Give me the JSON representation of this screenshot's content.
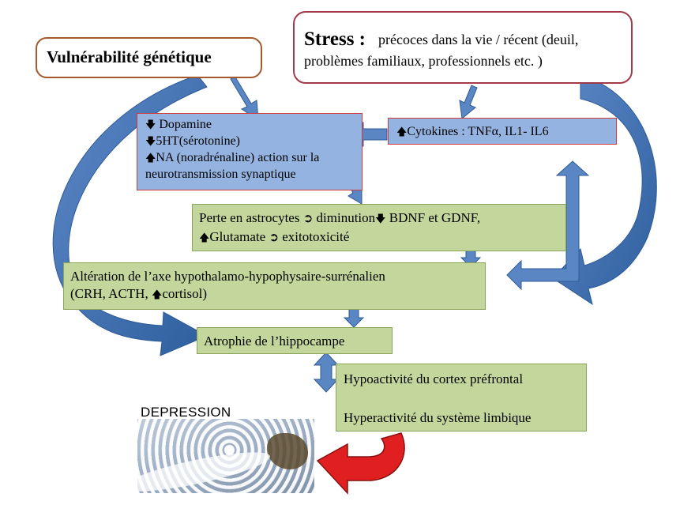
{
  "genetic": {
    "title": "Vulnérabilité  génétique"
  },
  "stress": {
    "title": "Stress :",
    "text_line1": "précoces dans la  vie / récent (deuil,",
    "text_line2": "problèmes familiaux, professionnels etc. )"
  },
  "neuro": {
    "line1": "Dopamine",
    "line2": "5HT(sérotonine)",
    "line3": "NA (noradrénaline) action sur la",
    "line4": "neurotransmission synaptique"
  },
  "cytokines": {
    "text": "Cytokines : TNFα, IL1- IL6"
  },
  "astro": {
    "line1a": "Perte en astrocytes ",
    "line1b": " diminution",
    "line1c": " BDNF et GDNF,",
    "line2a": "Glutamate ",
    "line2b": " exitotoxicité"
  },
  "axis": {
    "line1": "Altération de l’axe hypothalamo-hypophysaire-surrénalien",
    "line2a": " (CRH, ACTH,  ",
    "line2b": "cortisol)"
  },
  "hippo": {
    "text": "Atrophie de l’hippocampe"
  },
  "cortex": {
    "line1": "Hypoactivité du cortex préfrontal",
    "line2": "Hyperactivité du système limbique"
  },
  "depression": {
    "label": "DEPRESSION"
  },
  "colors": {
    "blue_arrow": "#4a76b8",
    "red_arrow": "#e02020",
    "genetic_border": "#a5582b",
    "stress_border": "#a23a4a"
  }
}
